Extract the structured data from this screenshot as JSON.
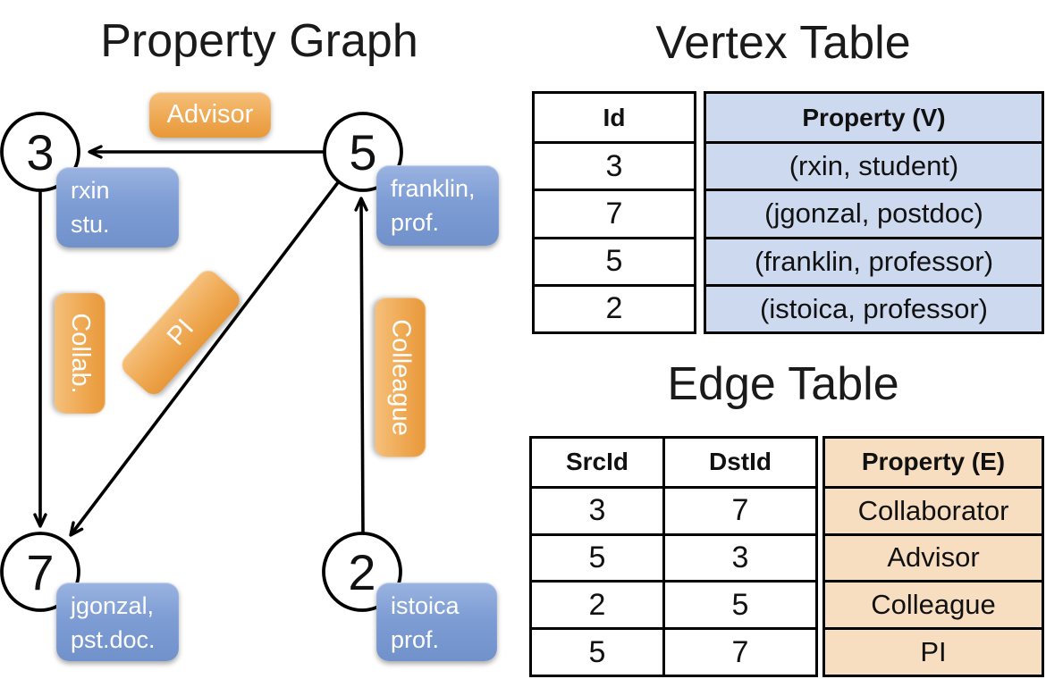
{
  "colors": {
    "node_box_blue": "#7e9dd5",
    "edge_label_orange": "#efa953",
    "vertex_property_fill": "#cdd9ee",
    "edge_property_fill": "#f7dec1",
    "line_black": "#000000"
  },
  "graph": {
    "title": "Property Graph",
    "nodes": [
      {
        "id": "3",
        "label_lines": [
          "rxin",
          "stu."
        ]
      },
      {
        "id": "5",
        "label_lines": [
          "franklin,",
          "prof."
        ]
      },
      {
        "id": "7",
        "label_lines": [
          "jgonzal,",
          "pst.doc."
        ]
      },
      {
        "id": "2",
        "label_lines": [
          "istoica",
          "prof."
        ]
      }
    ],
    "edges": [
      {
        "src": "5",
        "dst": "3",
        "label": "Advisor"
      },
      {
        "src": "3",
        "dst": "7",
        "label": "Collab."
      },
      {
        "src": "5",
        "dst": "7",
        "label": "PI"
      },
      {
        "src": "2",
        "dst": "5",
        "label": "Colleague"
      }
    ]
  },
  "vertex_table": {
    "title": "Vertex Table",
    "columns": [
      "Id",
      "Property (V)"
    ],
    "rows": [
      {
        "id": "3",
        "property": "(rxin, student)"
      },
      {
        "id": "7",
        "property": "(jgonzal, postdoc)"
      },
      {
        "id": "5",
        "property": "(franklin, professor)"
      },
      {
        "id": "2",
        "property": "(istoica, professor)"
      }
    ]
  },
  "edge_table": {
    "title": "Edge Table",
    "columns": [
      "SrcId",
      "DstId",
      "Property (E)"
    ],
    "rows": [
      {
        "src": "3",
        "dst": "7",
        "property": "Collaborator"
      },
      {
        "src": "5",
        "dst": "3",
        "property": "Advisor"
      },
      {
        "src": "2",
        "dst": "5",
        "property": "Colleague"
      },
      {
        "src": "5",
        "dst": "7",
        "property": "PI"
      }
    ]
  }
}
